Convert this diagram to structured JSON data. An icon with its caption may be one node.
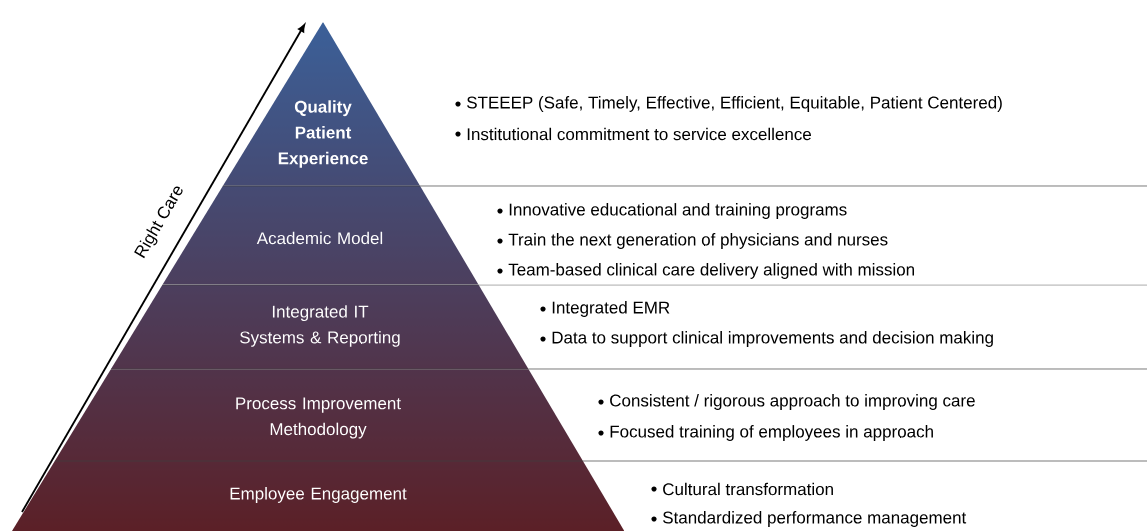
{
  "diagram": {
    "nodes": [
      {
        "text": [
          "Quality Patient Experience"
        ],
        "beside": [
          "STEEEP (Safe, Timely, Effective, Efficient, Equitable, Patient Centered)",
          "Institutional commitment to service excellence"
        ]
      },
      {
        "text": [
          "Academic Model"
        ],
        "beside": [
          "Innovative educational and training programs",
          "Train the next generation of physicians  and nurses",
          "Team-based clinical care delivery aligned with mission"
        ]
      },
      {
        "text": [
          "Integrated IT Systems & Reporting"
        ],
        "beside": [
          "Integrated EMR",
          "Data to support clinical improvements and decision making"
        ]
      },
      {
        "text": [
          "Process Improvement Methodology"
        ],
        "beside": [
          "Consistent / rigorous approach to improving care",
          "Focused training of employees in approach"
        ]
      },
      {
        "text": [
          "Employee Engagement"
        ],
        "beside": [
          "Cultural transformation",
          "Standardized performance management"
        ]
      }
    ],
    "labels": [
      "Right Care"
    ]
  }
}
